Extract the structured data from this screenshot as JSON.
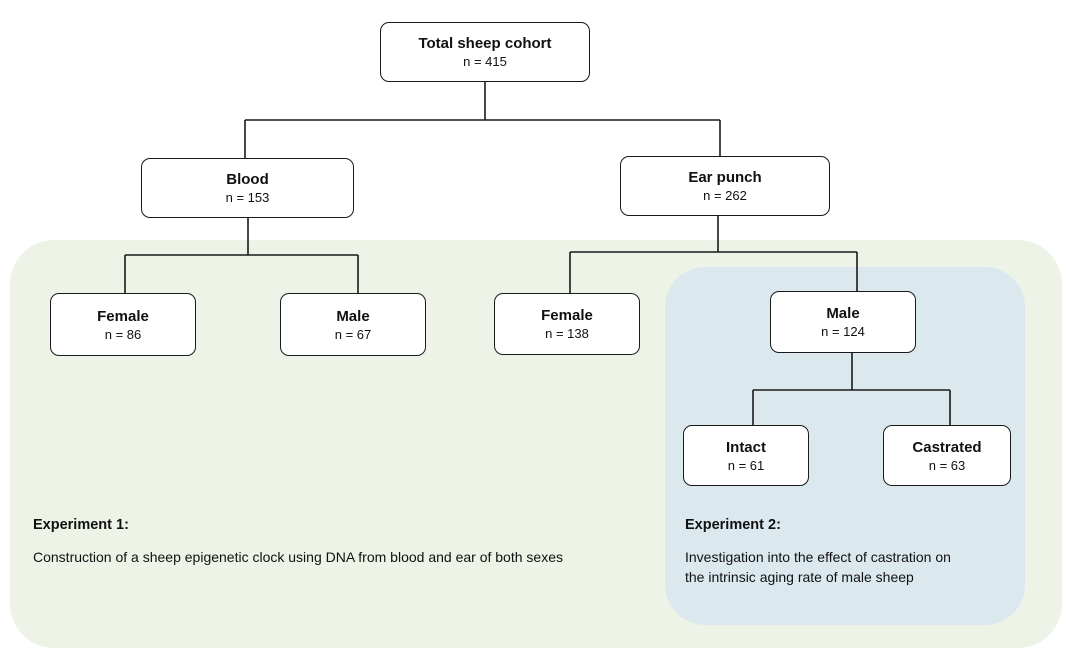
{
  "nodes": {
    "total": {
      "title": "Total sheep cohort",
      "count": "n = 415"
    },
    "blood": {
      "title": "Blood",
      "count": "n = 153"
    },
    "ear": {
      "title": "Ear punch",
      "count": "n = 262"
    },
    "blood_female": {
      "title": "Female",
      "count": "n = 86"
    },
    "blood_male": {
      "title": "Male",
      "count": "n = 67"
    },
    "ear_female": {
      "title": "Female",
      "count": "n = 138"
    },
    "ear_male": {
      "title": "Male",
      "count": "n = 124"
    },
    "intact": {
      "title": "Intact",
      "count": "n = 61"
    },
    "castrated": {
      "title": "Castrated",
      "count": "n = 63"
    }
  },
  "experiments": {
    "exp1": {
      "heading": "Experiment 1:",
      "description": "Construction of a sheep epigenetic clock using DNA from blood and ear of both sexes"
    },
    "exp2": {
      "heading": "Experiment 2:",
      "description_line1": "Investigation into the effect of castration on",
      "description_line2": "the intrinsic aging rate of male sheep"
    }
  },
  "colors": {
    "experiment1_region": "#eef3e8",
    "experiment2_region": "#dbe9ef",
    "node_border": "#1a1a1a"
  }
}
